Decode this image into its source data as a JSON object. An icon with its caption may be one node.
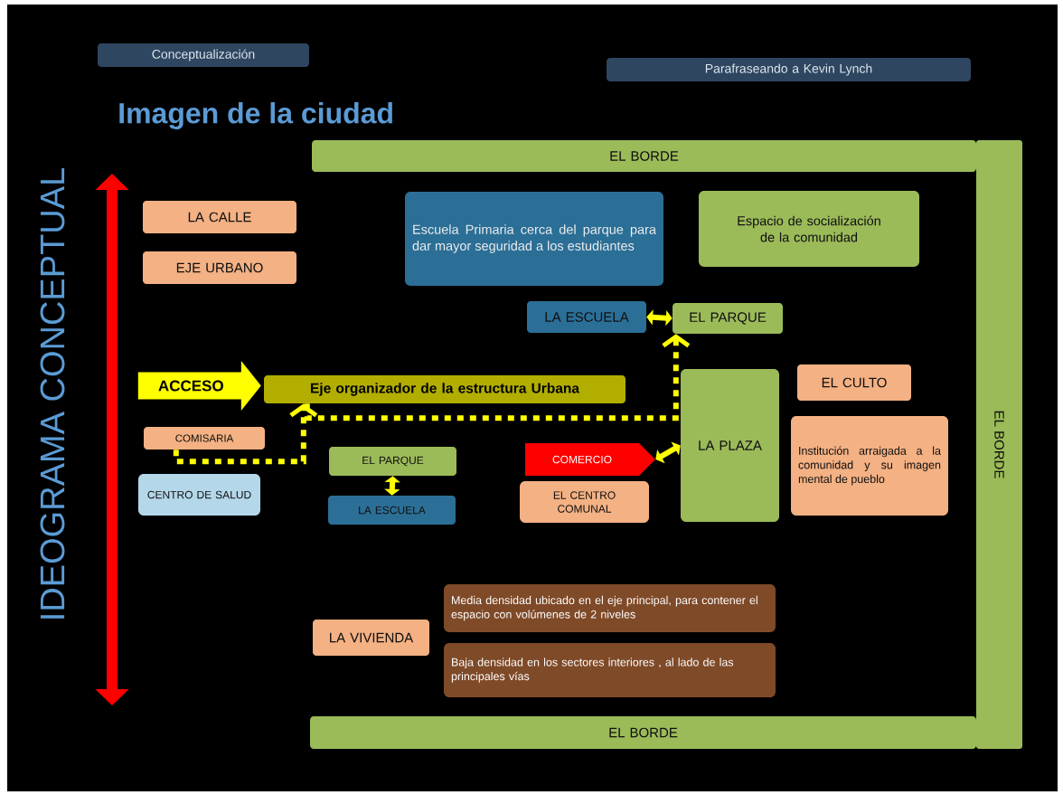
{
  "diagram": {
    "title": "Imagen de la ciudad",
    "nodes": [
      {
        "text": [
          "Conceptualización"
        ]
      },
      {
        "text": [
          "Parafraseando a Kevin Lynch"
        ]
      },
      {
        "text": [
          "EL BORDE"
        ]
      },
      {
        "text": [
          "LA CALLE"
        ]
      },
      {
        "text": [
          "Escuela Primaria cerca del parque para dar mayor seguridad a los estudiantes"
        ]
      },
      {
        "text": [
          "Espacio de socialización de la comunidad"
        ]
      },
      {
        "text": [
          "EJE URBANO"
        ]
      },
      {
        "text": [
          "LA ESCUELA"
        ]
      },
      {
        "text": [
          "EL PARQUE"
        ]
      },
      {
        "text": [
          "Eje organizador de la estructura Urbana"
        ]
      },
      {
        "text": [
          "LA PLAZA"
        ]
      },
      {
        "text": [
          "EL CULTO"
        ]
      },
      {
        "text": [
          "Institución arraigada a la comunidad y su imagen mental de pueblo"
        ]
      },
      {
        "text": [
          "COMISARIA"
        ]
      },
      {
        "text": [
          "EL BORDE"
        ]
      },
      {
        "text": [
          "EL PARQUE"
        ]
      },
      {
        "text": [
          "COMERCIO"
        ]
      },
      {
        "text": [
          "CENTRO DE SALUD"
        ]
      },
      {
        "text": [
          "LA ESCUELA"
        ]
      },
      {
        "text": [
          "EL CENTRO COMUNAL"
        ]
      },
      {
        "text": [
          "Media densidad ubicado en el eje principal, para contener el espacio con volúmenes de 2 niveles"
        ]
      },
      {
        "text": [
          "LA VIVIENDA"
        ]
      },
      {
        "text": [
          "Baja densidad en los sectores interiores , al lado de las principales vías"
        ]
      },
      {
        "text": [
          "EL BORDE"
        ]
      }
    ],
    "edges": [
      {
        "from": null,
        "to": 9,
        "arrow": "to",
        "label": "ACCESO",
        "style": "thick"
      },
      {
        "from": 7,
        "to": 8,
        "arrow": "both"
      },
      {
        "from": 15,
        "to": 18,
        "arrow": "both"
      },
      {
        "from": 16,
        "to": 10,
        "arrow": "both"
      },
      {
        "from": 13,
        "to": 9,
        "arrow": "to",
        "style": "dashed"
      },
      {
        "from": 9,
        "to": 8,
        "arrow": "to",
        "style": "dashed"
      }
    ],
    "labels": [
      "IDEOGRAMA CONCEPTUAL"
    ]
  }
}
